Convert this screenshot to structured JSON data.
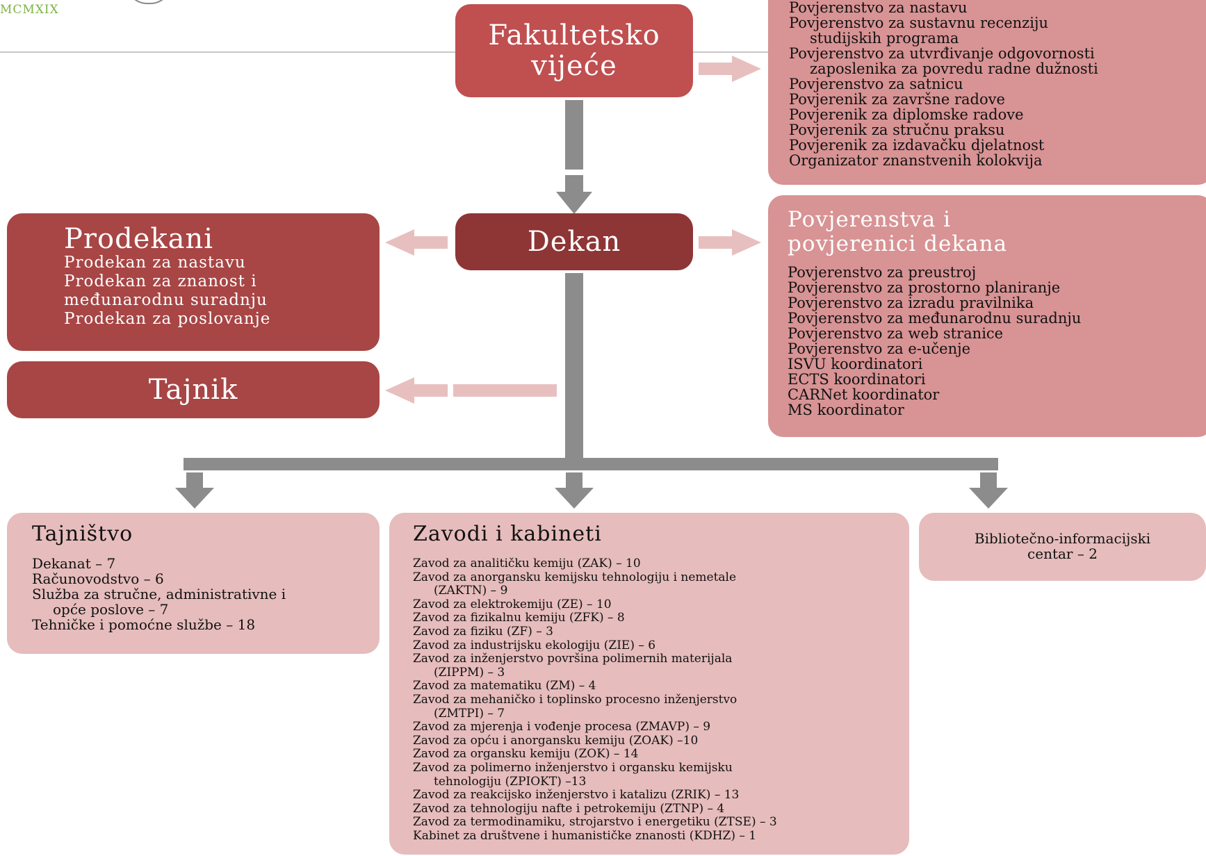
{
  "header": {
    "logo_text": "MCMXIX"
  },
  "nodes": {
    "fakultetsko_vijece": {
      "lines": [
        "Fakultetsko",
        "vijeće"
      ]
    },
    "dekan": {
      "title": "Dekan"
    },
    "prodekani": {
      "title": "Prodekani",
      "items": [
        "Prodekan za nastavu",
        "Prodekan za znanost i",
        "međunarodnu suradnju",
        "Prodekan za poslovanje"
      ]
    },
    "tajnik": {
      "title": "Tajnik"
    },
    "vijece_povjerenstva": {
      "items": [
        "Povjerenstvo za nastavu",
        "Povjerenstvo za sustavnu recenziju",
        "studijskih programa",
        "Povjerenstvo za utvrđivanje odgovornosti",
        "zaposlenika za povredu radne dužnosti",
        "Povjerenstvo za satnicu",
        "Povjerenik za završne radove",
        "Povjerenik za diplomske radove",
        "Povjerenik za stručnu praksu",
        "Povjerenik za izdavačku djelatnost",
        "Organizator znanstvenih kolokvija"
      ]
    },
    "povjerenstva_dekana": {
      "title": [
        "Povjerenstva i",
        "povjerenici dekana"
      ],
      "items": [
        "Povjerenstvo za preustroj",
        "Povjerenstvo za prostorno planiranje",
        "Povjerenstvo za izradu pravilnika",
        "Povjerenstvo za međunarodnu suradnju",
        "Povjerenstvo za web stranice",
        "Povjerenstvo za e-učenje",
        "ISVU koordinatori",
        "ECTS koordinatori",
        "CARNet koordinator",
        "MS koordinator"
      ]
    },
    "tajnistvo": {
      "title": "Tajništvo",
      "items": [
        "Dekanat – 7",
        "Računovodstvo – 6",
        "Služba za stručne, administrativne i",
        "opće poslove – 7",
        "Tehničke i pomoćne službe – 18"
      ]
    },
    "zavodi": {
      "title": "Zavodi i kabineti",
      "items": [
        "Zavod za analitičku kemiju (ZAK) – 10",
        "Zavod za anorgansku kemijsku tehnologiju i nemetale",
        "(ZAKTN) – 9",
        "Zavod za elektrokemiju (ZE) – 10",
        "Zavod za fizikalnu kemiju (ZFK) – 8",
        "Zavod za fiziku (ZF) – 3",
        "Zavod za industrijsku ekologiju (ZIE) – 6",
        "Zavod za inženjerstvo površina polimernih materijala",
        "(ZIPPM) – 3",
        "Zavod za matematiku (ZM) – 4",
        "Zavod za mehaničko i toplinsko procesno inženjerstvo",
        "(ZMTPI) – 7",
        "Zavod za mjerenja i vođenje procesa (ZMAVP) – 9",
        "Zavod za opću i anorgansku kemiju (ZOAK) –10",
        "Zavod za organsku kemiju (ZOK) – 14",
        "Zavod za polimerno inženjerstvo i organsku kemijsku",
        "tehnologiju (ZPIOKT) –13",
        "Zavod za reakcijsko inženjerstvo i katalizu (ZRIK) – 13",
        "Zavod za tehnologiju nafte i petrokemiju (ZTNP) – 4",
        "Zavod za termodinamiku, strojarstvo i energetiku (ZTSE) – 3",
        "Kabinet za društvene i humanističke znanosti (KDHZ) – 1"
      ]
    },
    "knjiznica": {
      "lines": [
        "Bibliotečno-informacijski",
        "centar – 2"
      ]
    }
  },
  "colors": {
    "dekan": "#8e3535",
    "prodekani": "#a84545",
    "vijece": "#c04f50",
    "committees": "#d89394",
    "units": "#e6bcbc",
    "connector": "#8c8c8c",
    "ghost_arrow": "#e8bfbf",
    "logo": "#7cb342"
  }
}
